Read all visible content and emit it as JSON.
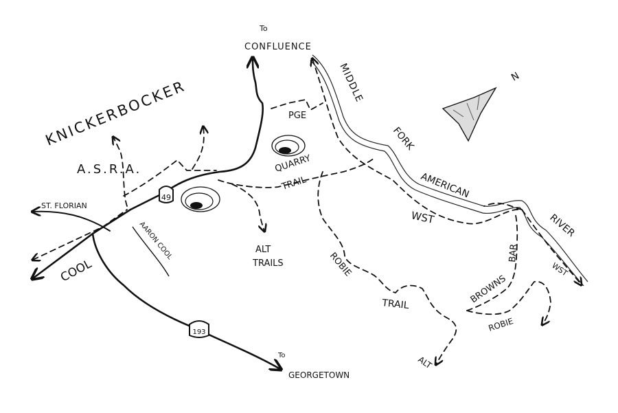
{
  "map": {
    "area_title": "KNICKERBOCKER",
    "area_subtitle": "A.S.R.A.",
    "north_label": "N",
    "labels": {
      "to_confluence_1": "To",
      "to_confluence_2": "CONFLUENCE",
      "pge": "PGE",
      "quarry": "QUARRY",
      "quarry_trail": "TRAIL",
      "middle": "MIDDLE",
      "fork": "FORK",
      "american": "AMERICAN",
      "river": "RIVER",
      "wst_1": "WST",
      "wst_2": "WST",
      "st_florian": "ST. FLORIAN",
      "aaron_cool": "AARON COOL",
      "cool": "COOL",
      "alt_trails_1": "ALT",
      "alt_trails_2": "TRAILS",
      "robie_1": "ROBIE",
      "robie_trail": "TRAIL",
      "browns": "BROWNS",
      "bar": "BAR",
      "robie_2": "ROBIE",
      "alt": "ALT",
      "to_georgetown_1": "To",
      "to_georgetown_2": "GEORGETOWN"
    },
    "highways": [
      "49",
      "193"
    ]
  }
}
